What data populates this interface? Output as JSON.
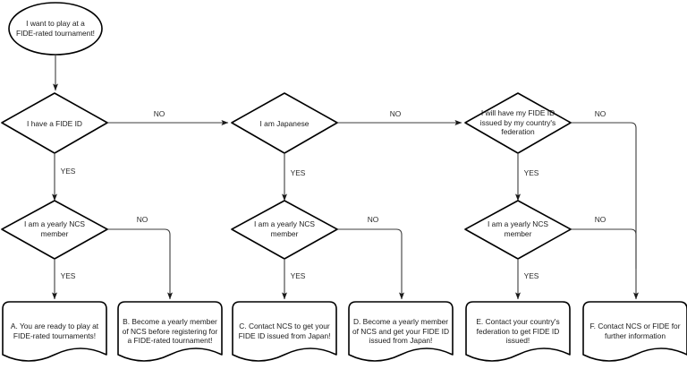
{
  "diagram": {
    "title": "FIDE-rated tournament eligibility flowchart",
    "background_color": "#ffffff",
    "line_color": "#3c3c3c",
    "shape_stroke_color": "#000000",
    "text_color": "#1a1a1a"
  },
  "nodes": {
    "start": {
      "id": "start",
      "shape": "ellipse",
      "text": "I want to play at a FIDE-rated tournament!"
    },
    "d_fide_id": {
      "id": "d_fide_id",
      "shape": "diamond",
      "text": "I have a FIDE ID"
    },
    "d_japanese": {
      "id": "d_japanese",
      "shape": "diamond",
      "text": "I am Japanese"
    },
    "d_federation": {
      "id": "d_federation",
      "shape": "diamond",
      "text": "I will have my FIDE ID issued by my country's federation"
    },
    "d_ncs_left": {
      "id": "d_ncs_left",
      "shape": "diamond",
      "text": "I am a yearly NCS member"
    },
    "d_ncs_mid": {
      "id": "d_ncs_mid",
      "shape": "diamond",
      "text": "I am a yearly NCS member"
    },
    "d_ncs_right": {
      "id": "d_ncs_right",
      "shape": "diamond",
      "text": "I am a yearly NCS member"
    },
    "doc_a": {
      "id": "doc_a",
      "shape": "document",
      "text": "A. You are ready to play at FIDE-rated tournaments!"
    },
    "doc_b": {
      "id": "doc_b",
      "shape": "document",
      "text": "B. Become a yearly member of NCS before registering for a FIDE-rated tournament!"
    },
    "doc_c": {
      "id": "doc_c",
      "shape": "document",
      "text": "C. Contact NCS to get your FIDE ID issued from Japan!"
    },
    "doc_d": {
      "id": "doc_d",
      "shape": "document",
      "text": "D. Become a yearly member of NCS and get your FIDE ID issued from Japan!"
    },
    "doc_e": {
      "id": "doc_e",
      "shape": "document",
      "text": "E. Contact your country's federation to get FIDE ID issued!"
    },
    "doc_f": {
      "id": "doc_f",
      "shape": "document",
      "text": "F. Contact NCS or FIDE for further information"
    }
  },
  "edge_labels": {
    "fide_id_no": "NO",
    "fide_id_yes": "YES",
    "japanese_no": "NO",
    "japanese_yes": "YES",
    "federation_no": "NO",
    "federation_yes": "YES",
    "ncs_left_no": "NO",
    "ncs_left_yes": "YES",
    "ncs_mid_no": "NO",
    "ncs_mid_yes": "YES",
    "ncs_right_no": "NO",
    "ncs_right_yes": "YES"
  }
}
